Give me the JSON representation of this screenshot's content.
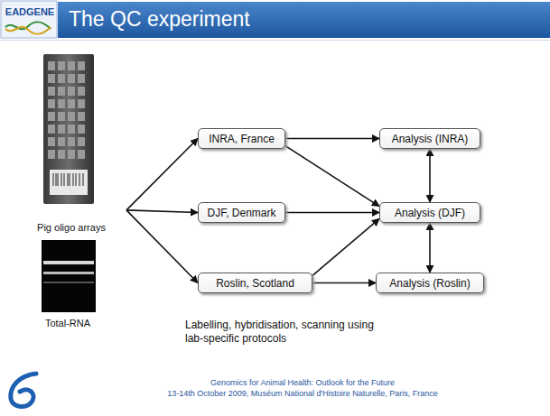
{
  "diagram": {
    "title": "The QC experiment",
    "nodes": [
      {
        "text": [
          "Pig oligo arrays"
        ]
      },
      {
        "text": [
          "INRA, France"
        ]
      },
      {
        "text": [
          "DJF, Denmark"
        ]
      },
      {
        "text": [
          "Roslin, Scotland"
        ]
      },
      {
        "text": [
          "Analysis (INRA)"
        ]
      },
      {
        "text": [
          "Analysis (DJF)"
        ]
      },
      {
        "text": [
          "Analysis (Roslin)"
        ]
      }
    ],
    "edges": [
      {
        "from": 0,
        "to": 1,
        "arrow": "to"
      },
      {
        "from": 0,
        "to": 2,
        "arrow": "to"
      },
      {
        "from": 0,
        "to": 3,
        "arrow": "to"
      },
      {
        "from": 1,
        "to": 4,
        "arrow": "to"
      },
      {
        "from": 1,
        "to": 5,
        "arrow": "to"
      },
      {
        "from": 2,
        "to": 5,
        "arrow": "to"
      },
      {
        "from": 3,
        "to": 5,
        "arrow": "to"
      },
      {
        "from": 3,
        "to": 6,
        "arrow": "to"
      },
      {
        "from": 4,
        "to": 5,
        "arrow": "both"
      },
      {
        "from": 5,
        "to": 6,
        "arrow": "both"
      }
    ],
    "labels": [
      "EADGENE",
      "Total-RNA",
      "Labelling, hybridisation, scanning using lab-specific protocols",
      "Genomics for Animal Health: Outlook for the Future",
      "13-14th October 2009, Muséum National d'Histoire Naturelle, Paris, France"
    ]
  }
}
